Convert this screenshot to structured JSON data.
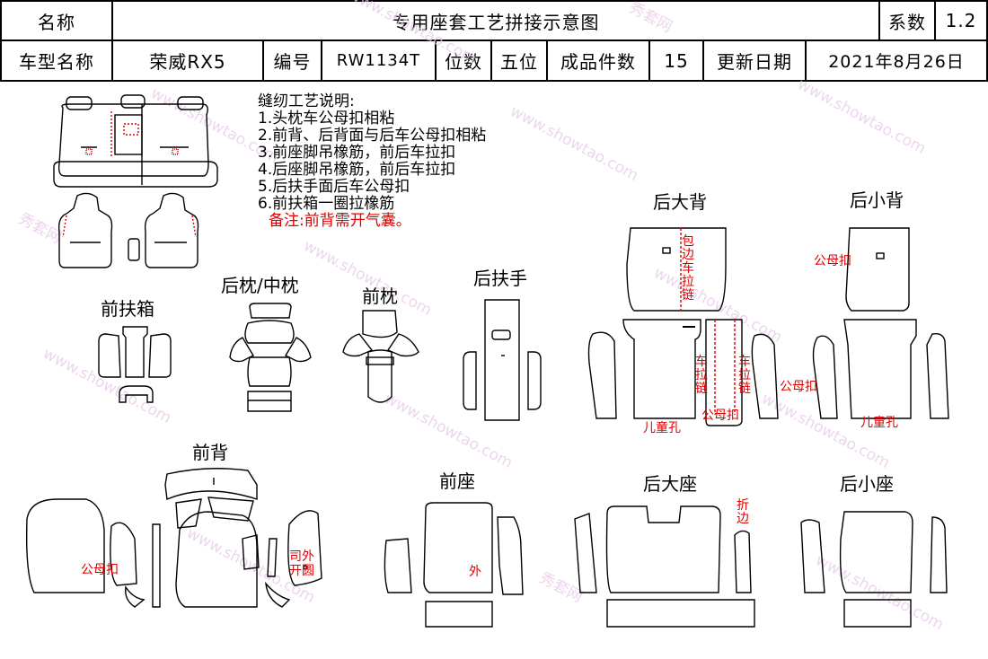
{
  "header": {
    "name_label": "名称",
    "title": "专用座套工艺拼接示意图",
    "coef_label": "系数",
    "coef_value": "1.2",
    "model_label": "车型名称",
    "model_value": "荣威RX5",
    "code_label": "编号",
    "code_value": "RW1134T",
    "seats_label": "位数",
    "seats_value": "五位",
    "pieces_label": "成品件数",
    "pieces_value": "15",
    "date_label": "更新日期",
    "date_value": "2021年8月26日"
  },
  "notes": {
    "title": "缝纫工艺说明:",
    "items": [
      "1.头枕车公母扣相粘",
      "2.前背、后背面与后车公母扣相粘",
      "3.前座脚吊橡筋，前后车拉扣",
      "4.后座脚吊橡筋，前后车拉扣",
      "5.后扶手面后车公母扣",
      "6.前扶箱一圈拉橡筋"
    ],
    "remark": "备注:前背需开气囊。"
  },
  "sections": {
    "front_box": "前扶箱",
    "rear_mid_headrest": "后枕/中枕",
    "front_headrest": "前枕",
    "rear_armrest": "后扶手",
    "rear_big_back": "后大背",
    "rear_small_back": "后小背",
    "front_back": "前背",
    "front_seat": "前座",
    "rear_big_seat": "后大座",
    "rear_small_seat": "后小座"
  },
  "annotations": {
    "wrap_zipper": "包边车拉链",
    "snap": "公母扣",
    "car_zipper": "车拉链",
    "child_hole": "儿童孔",
    "outer_opening": "司外开圆",
    "outer": "外",
    "fold_edge": "折边"
  },
  "watermark": {
    "brand": "秀套网",
    "site": "www.showtao.com"
  }
}
